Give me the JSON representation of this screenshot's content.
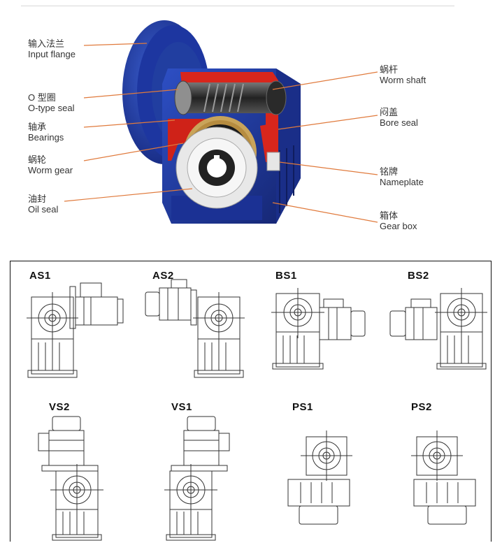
{
  "callouts": {
    "input_flange": {
      "zh": "输入法兰",
      "en": "Input flange"
    },
    "o_seal": {
      "zh": "O 型圈",
      "en": "O-type seal"
    },
    "bearings": {
      "zh": "轴承",
      "en": "Bearings"
    },
    "worm_gear": {
      "zh": "蜗轮",
      "en": "Worm gear"
    },
    "oil_seal": {
      "zh": "油封",
      "en": "Oil seal"
    },
    "worm_shaft": {
      "zh": "蜗杆",
      "en": "Worm shaft"
    },
    "bore_seal": {
      "zh": "闷盖",
      "en": "Bore seal"
    },
    "nameplate": {
      "zh": "铭牌",
      "en": "Nameplate"
    },
    "gear_box": {
      "zh": "箱体",
      "en": "Gear box"
    }
  },
  "positions": {
    "as1": "AS1",
    "as2": "AS2",
    "bs1": "BS1",
    "bs2": "BS2",
    "vs2": "VS2",
    "vs1": "VS1",
    "ps1": "PS1",
    "ps2": "PS2"
  },
  "colors": {
    "housing_blue": "#1e3aa8",
    "cutaway_red": "#d8261c",
    "leader_orange": "#e07a3c",
    "bronze": "#c9a45a"
  }
}
